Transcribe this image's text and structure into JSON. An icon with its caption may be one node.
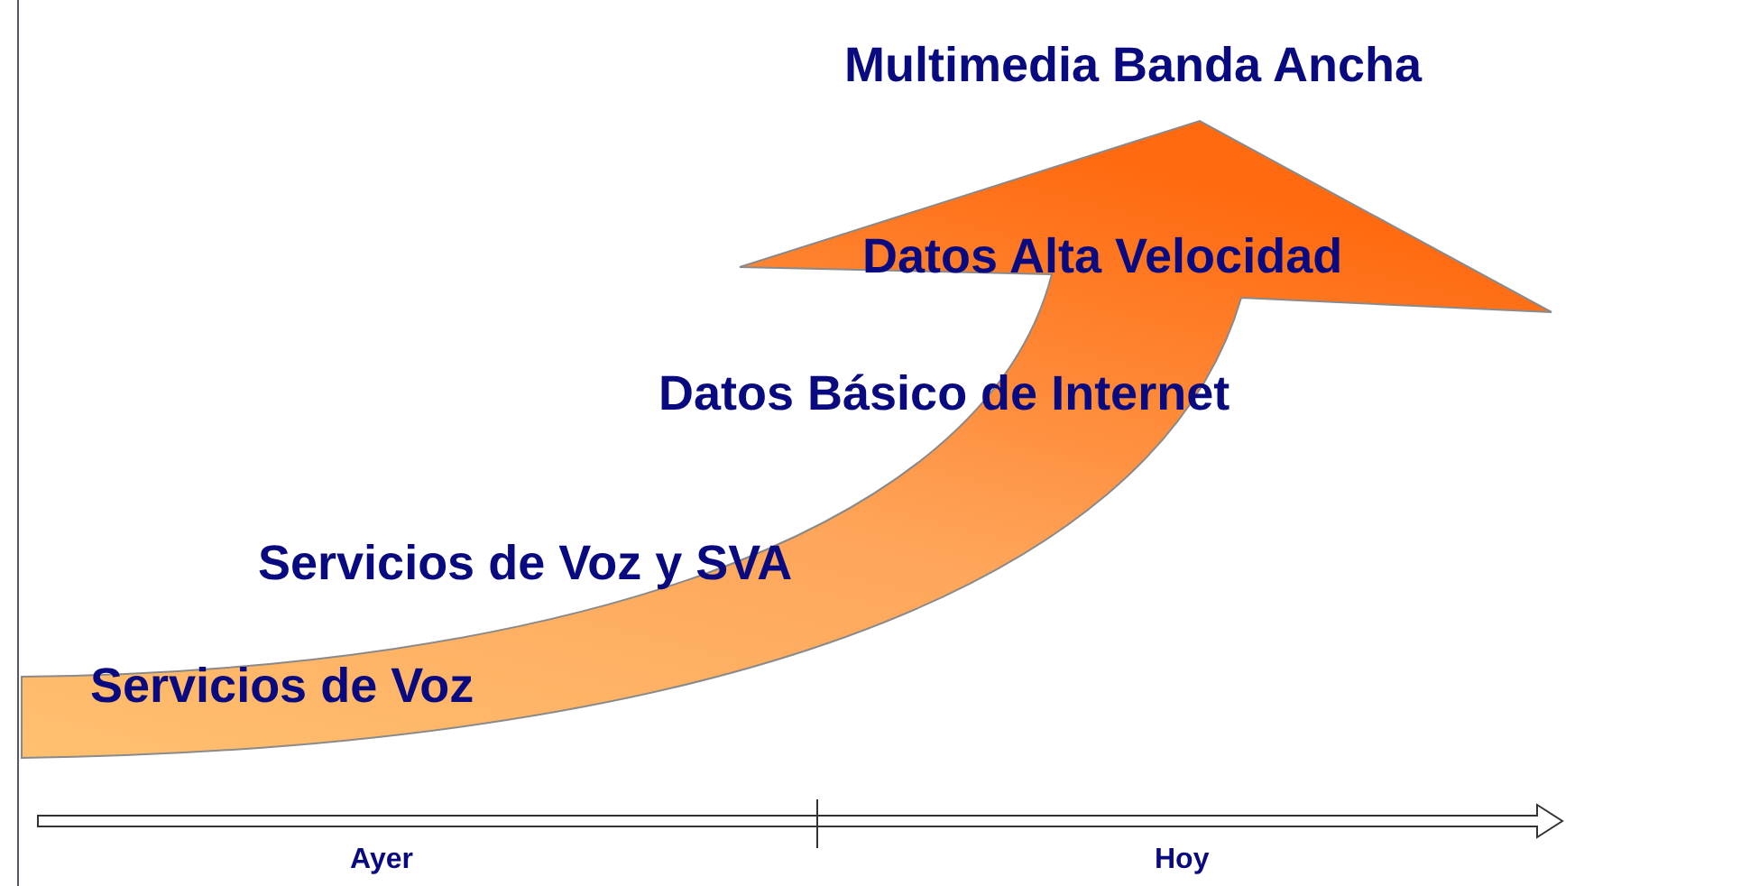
{
  "diagram": {
    "labels": [
      "Multimedia Banda Ancha",
      "Datos Alta Velocidad",
      "Datos Básico de Internet",
      "Servicios de Voz y SVA",
      "Servicios de Voz",
      "Ayer",
      "Hoy"
    ]
  }
}
